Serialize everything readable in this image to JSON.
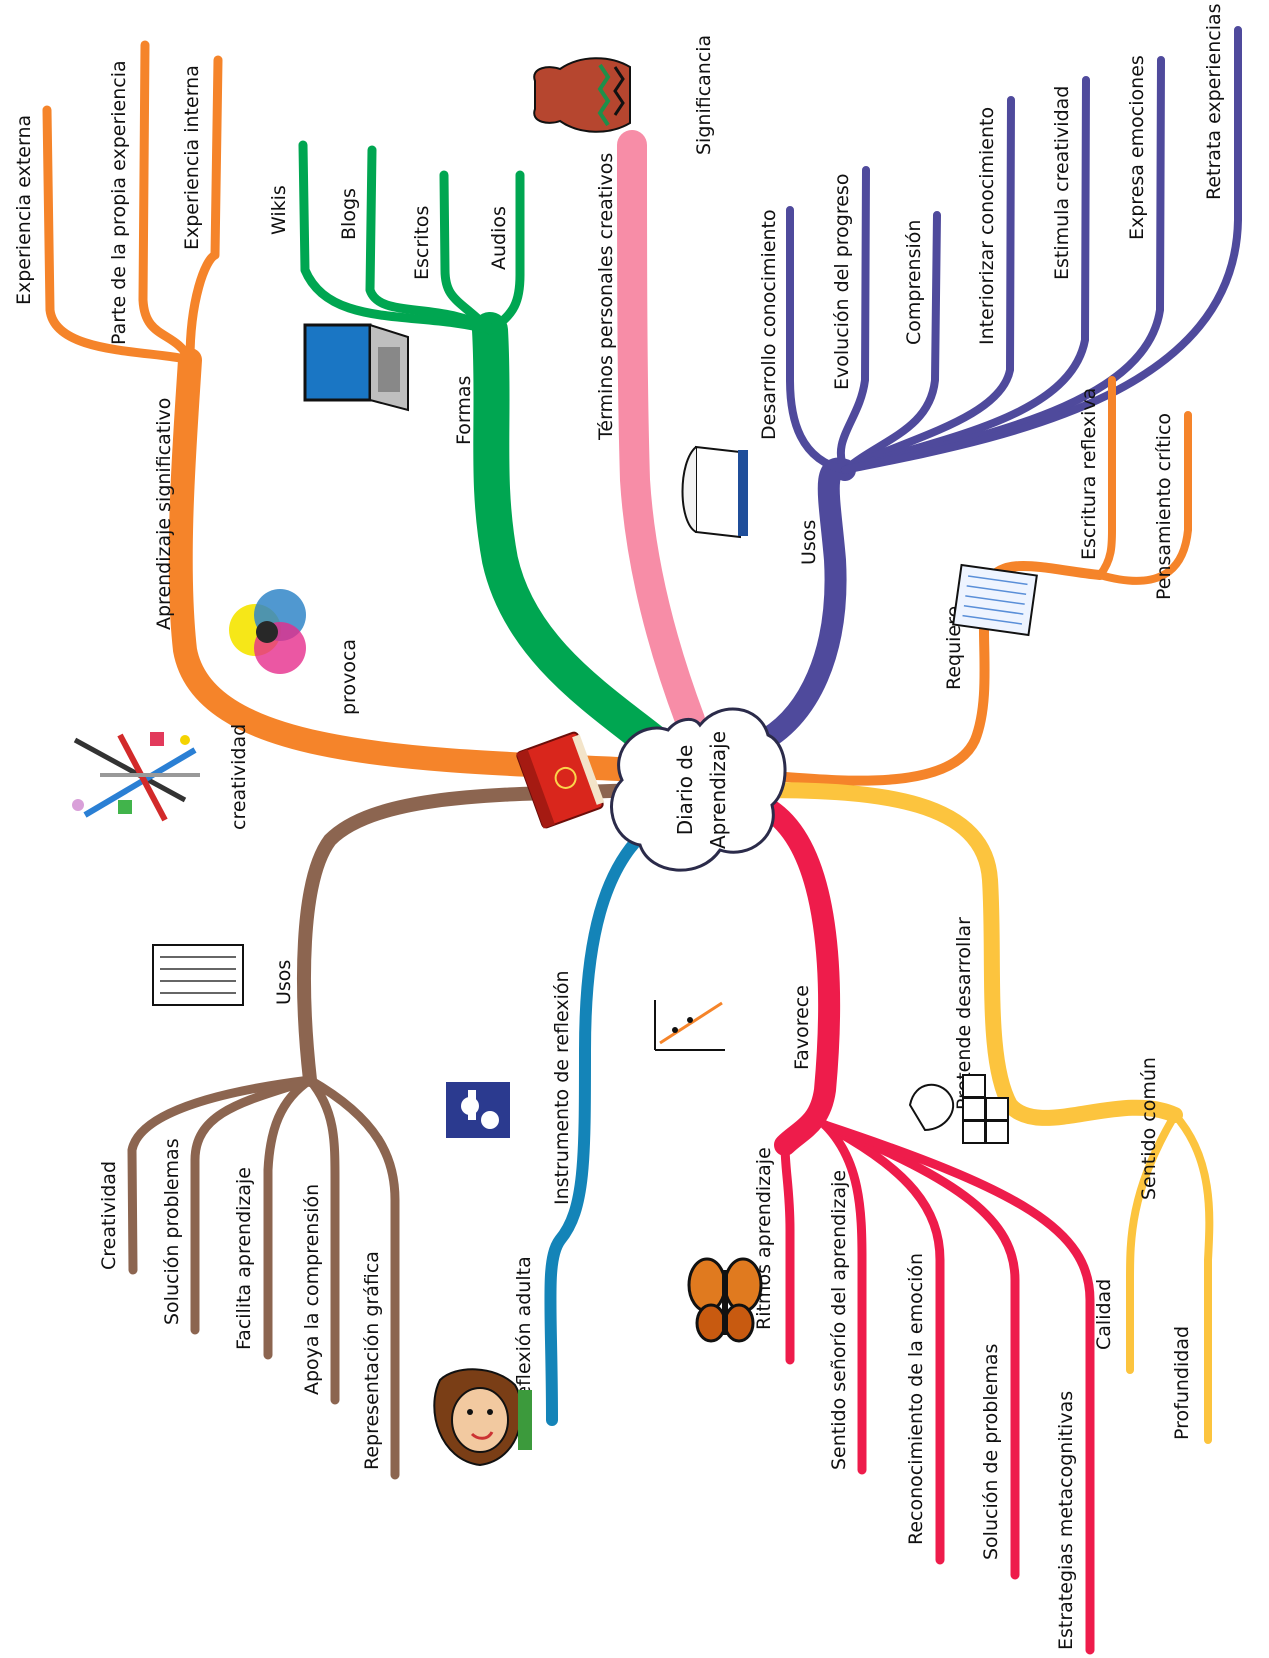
{
  "center": {
    "line1": "Diario de",
    "line2": "Aprendizaje"
  },
  "branches": {
    "aprendizaje": {
      "color": "#F5842A",
      "label": "Aprendizaje significativo",
      "subs": [
        "Experiencia externa",
        "Parte de la propia experiencia",
        "Experiencia interna"
      ]
    },
    "formas": {
      "color": "#00A651",
      "label": "Formas",
      "subs": [
        "Wikis",
        "Blogs",
        "Escritos",
        "Audios"
      ]
    },
    "significancia": {
      "color": "#F78DA7",
      "label": "Términos personales creativos",
      "tag": "Significancia"
    },
    "usos_violeta": {
      "color": "#4F4A9C",
      "label": "Usos",
      "subs": [
        "Desarrollo conocimiento",
        "Evolución del progreso",
        "Comprensión",
        "Interiorizar conocimiento",
        "Estimula creatividad",
        "Expresa emociones",
        "Retrata experiencias"
      ]
    },
    "requiere": {
      "color": "#F5842A",
      "label": "Requiere",
      "subs": [
        "Escritura reflexiva",
        "Pensamiento crítico"
      ]
    },
    "pretende": {
      "color": "#FCC43E",
      "label": "Pretende desarrollar",
      "mid": "Sentido común",
      "subs": [
        "Calidad",
        "Profundidad"
      ]
    },
    "favorece": {
      "color": "#EE1C4B",
      "label": "Favorece",
      "subs": [
        "Ritmos aprendizaje",
        "Sentido señorío del aprendizaje",
        "Reconocimiento de la emoción",
        "Solución de problemas",
        "Estrategias metacognitivas"
      ]
    },
    "instrumento": {
      "color": "#1484B8",
      "label": "Instrumento de reflexión",
      "sub": "Reflexión adulta"
    },
    "usos_cafe": {
      "color": "#8C6550",
      "label": "Usos",
      "subs": [
        "Creatividad",
        "Solución problemas",
        "Facilita aprendizaje",
        "Apoya la comprensión",
        "Representación gráfica"
      ]
    }
  },
  "floating": {
    "provoca": "provoca",
    "creatividad": "creatividad"
  },
  "icons": [
    "book-red-icon",
    "color-circles-icon",
    "art-tools-icon",
    "laptop-icon",
    "vase-icon",
    "open-book-icon",
    "notebook-icon",
    "blocks-icon",
    "chart-icon",
    "butterfly-icon",
    "puzzle-icon",
    "face-icon",
    "checklist-icon"
  ]
}
